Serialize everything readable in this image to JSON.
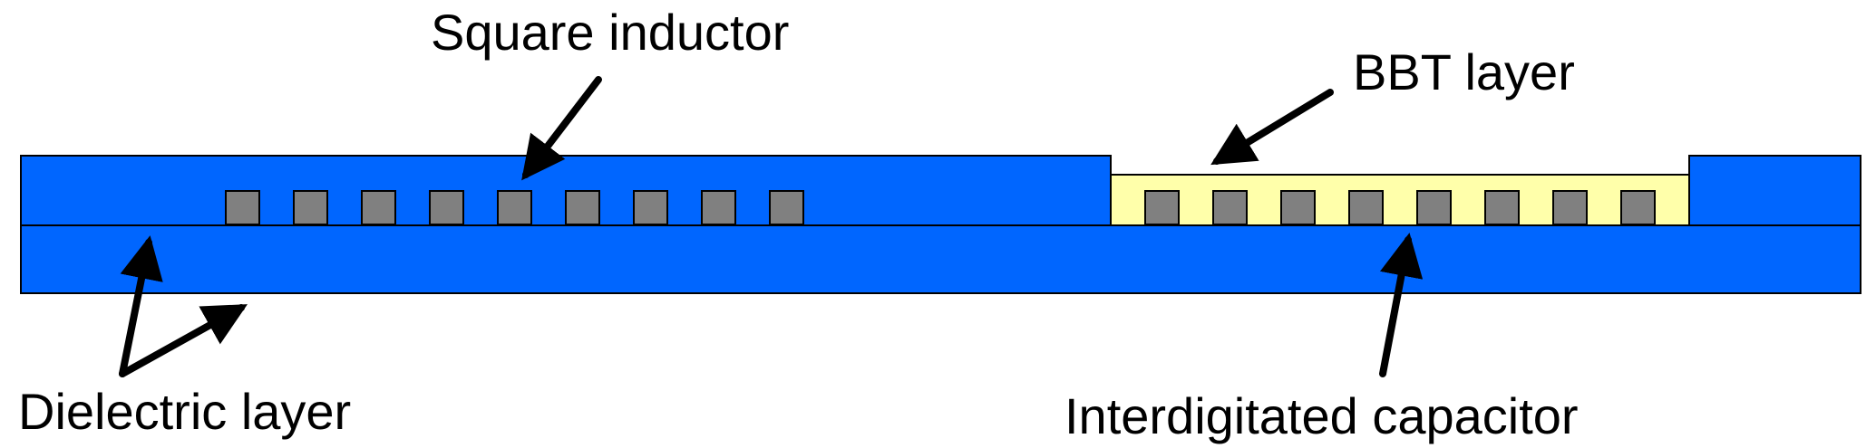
{
  "labels": {
    "square_inductor": "Square inductor",
    "bbt_layer": "BBT layer",
    "dielectric_layer": "Dielectric layer",
    "interdigitated_capacitor": "Interdigitated capacitor"
  },
  "colors": {
    "dielectric": "#0066ff",
    "bbt": "#ffffaa",
    "conductor": "#808080",
    "outline": "#000000",
    "arrow": "#000000"
  },
  "inductor_turn_count": 9,
  "capacitor_finger_count": 8
}
